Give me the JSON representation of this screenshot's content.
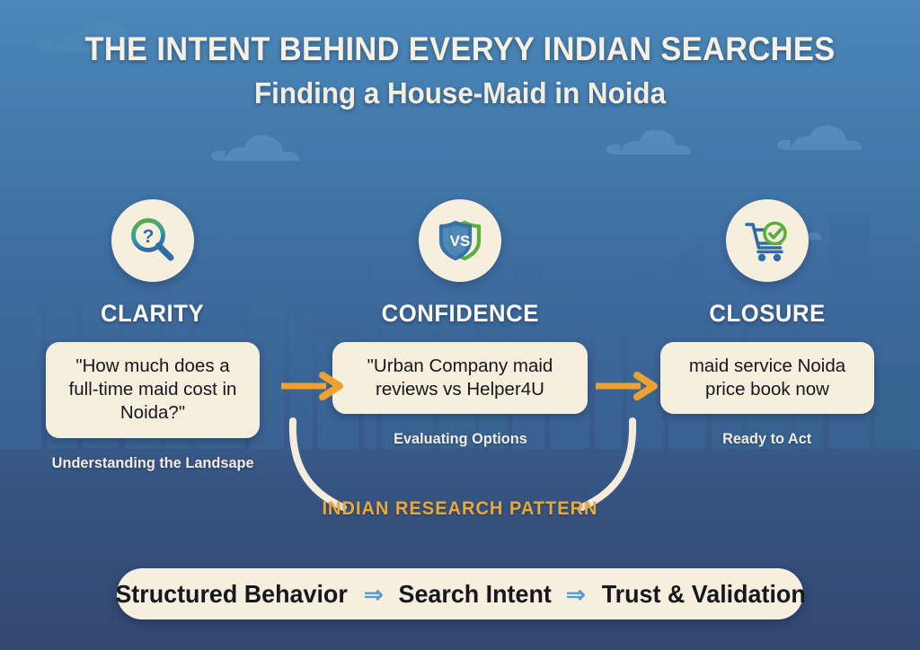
{
  "header": {
    "title": "THE INTENT BEHIND EVERYY INDIAN SEARCHES",
    "subtitle": "Finding a House-Maid in Noida"
  },
  "theme": {
    "sky_top": "#4b87b8",
    "sky_bottom": "#334870",
    "card_cream": "#f6efde",
    "accent_orange": "#eda132",
    "accent_gold": "#e9a93a",
    "accent_blue": "#5d9bc9",
    "icon_green": "#5aaf3c",
    "icon_blue": "#2f6ca8",
    "text_dark": "#15191f",
    "text_light": "#f7f1e3"
  },
  "stages": [
    {
      "icon": "magnifier-question-icon",
      "label": "CLARITY",
      "query": "\"How much does a full-time maid cost in Noida?\"",
      "caption": "Understanding the Landsape"
    },
    {
      "icon": "versus-shields-icon",
      "label": "CONFIDENCE",
      "query": "\"Urban Company maid reviews vs Helper4U",
      "caption": "Evaluating Options"
    },
    {
      "icon": "cart-check-icon",
      "label": "CLOSURE",
      "query": "maid service Noida price book now",
      "caption": "Ready to Act"
    }
  ],
  "connectors": [
    {
      "icon": "arrow-right-icon"
    },
    {
      "icon": "arrow-right-icon"
    }
  ],
  "loop": {
    "label": "INDIAN RESEARCH PATTERN",
    "arc_icon": "curved-loop-arc"
  },
  "banner": {
    "segments": [
      "Structured Behavior",
      "Search Intent",
      "Trust & Validation"
    ],
    "separator": "⇒"
  },
  "icons": {
    "vs_text": "VS",
    "question_mark": "?"
  }
}
